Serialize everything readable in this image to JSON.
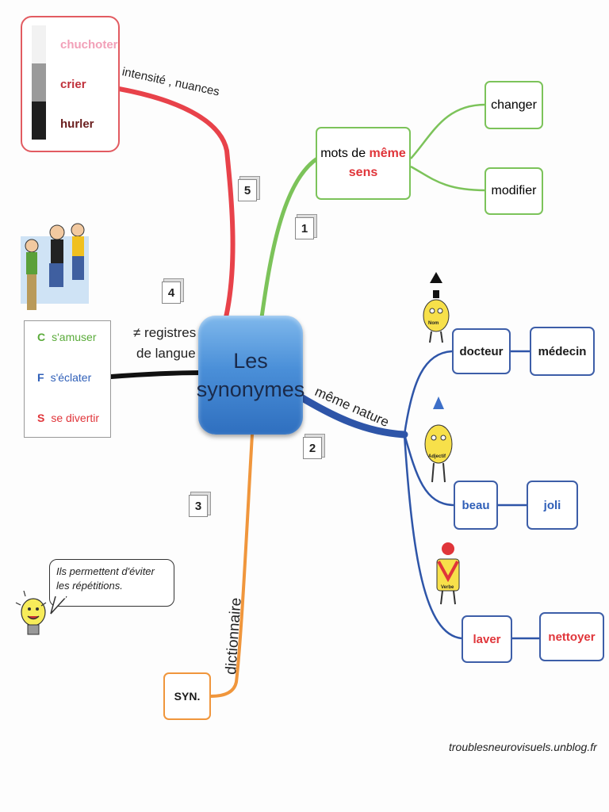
{
  "center": {
    "line1": "Les",
    "line2": "synonymes"
  },
  "branches": {
    "b1": {
      "number": "1",
      "node_line1_part1": "mots de ",
      "node_line1_highlight": "même",
      "node_line2_highlight": "sens",
      "children": [
        "changer",
        "modifier"
      ]
    },
    "b2": {
      "number": "2",
      "label": "même nature",
      "pairs": [
        {
          "a": "docteur",
          "b": "médecin",
          "color": "#1a1a1a",
          "mascot": "Nom"
        },
        {
          "a": "beau",
          "b": "joli",
          "color": "#2f5fb8",
          "mascot": "Adjectif"
        },
        {
          "a": "laver",
          "b": "nettoyer",
          "color": "#e0353a",
          "mascot": "Verbe"
        }
      ]
    },
    "b3": {
      "number": "3",
      "label": "dictionnaire",
      "node": "SYN."
    },
    "b4": {
      "number": "4",
      "label_line1": "≠ registres",
      "label_line2": "de langue",
      "registers": [
        {
          "letter": "C",
          "word": "s'amuser",
          "color": "#5aab3a"
        },
        {
          "letter": "F",
          "word": "s'éclater",
          "color": "#2f5fb8"
        },
        {
          "letter": "S",
          "word": "se divertir",
          "color": "#e0353a"
        }
      ]
    },
    "b5": {
      "number": "5",
      "label": "intensité , nuances",
      "words": [
        {
          "word": "chuchoter",
          "color": "#f2a0b8",
          "bar": "#f2f2f2"
        },
        {
          "word": "crier",
          "color": "#c0313b",
          "bar": "#9a9a9a"
        },
        {
          "word": "hurler",
          "color": "#6a1e1e",
          "bar": "#1e1e1e"
        }
      ]
    }
  },
  "bubble": {
    "line1": "Ils permettent d'éviter",
    "line2": "les répétitions."
  },
  "credit": "troublesneurovisuels.unblog.fr",
  "colors": {
    "green": "#7cc35a",
    "blue": "#3d5ea8",
    "orange": "#f0963c",
    "red": "#e25b61",
    "black": "#111111"
  }
}
